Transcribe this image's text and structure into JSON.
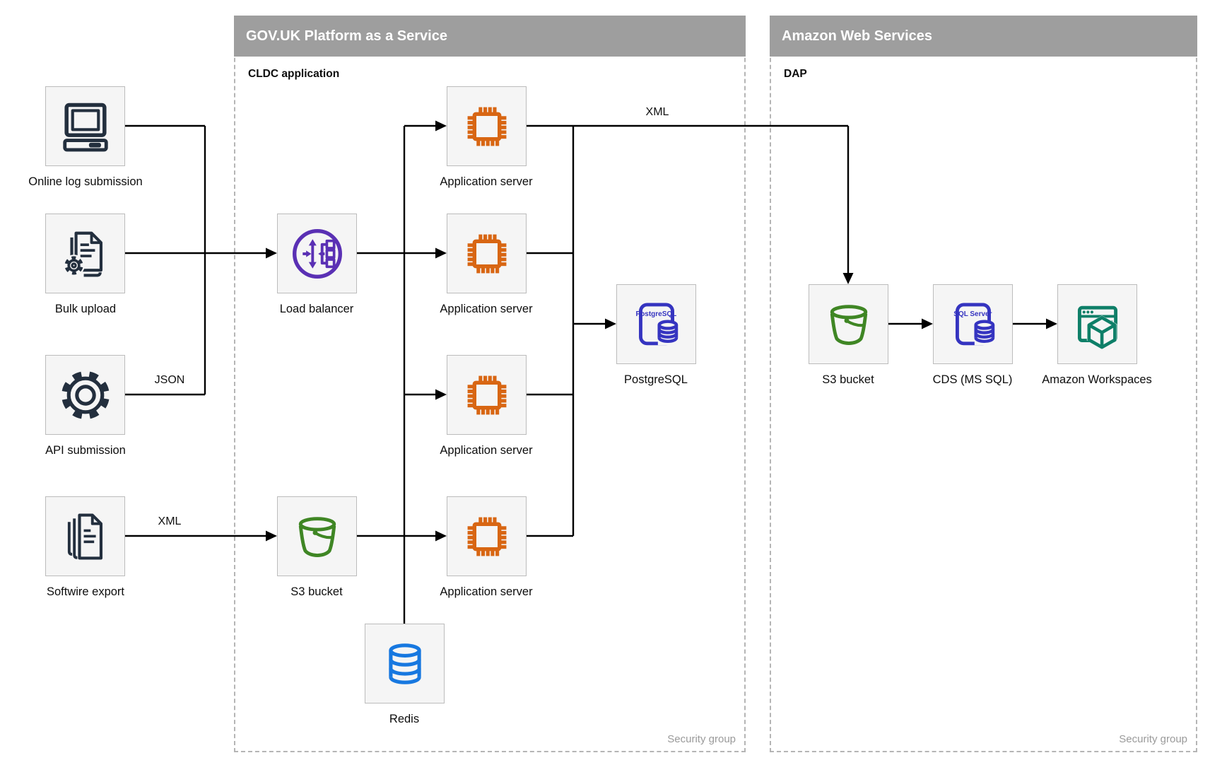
{
  "containers": {
    "paas": {
      "title": "GOV.UK Platform as a Service",
      "subtitle": "CLDC application",
      "footer": "Security group"
    },
    "aws": {
      "title": "Amazon Web Services",
      "subtitle": "DAP",
      "footer": "Security group"
    }
  },
  "nodes": {
    "online_log": {
      "label": "Online log submission",
      "icon": "desktop-computer-icon"
    },
    "bulk_upload": {
      "label": "Bulk upload",
      "icon": "document-gear-icon"
    },
    "api_submission": {
      "label": "API submission",
      "icon": "gear-icon"
    },
    "softwire_export": {
      "label": "Softwire export",
      "icon": "document-stack-icon"
    },
    "load_balancer": {
      "label": "Load balancer",
      "icon": "load-balancer-icon"
    },
    "app_server_1": {
      "label": "Application server",
      "icon": "chip-icon"
    },
    "app_server_2": {
      "label": "Application server",
      "icon": "chip-icon"
    },
    "app_server_3": {
      "label": "Application server",
      "icon": "chip-icon"
    },
    "app_server_4": {
      "label": "Application server",
      "icon": "chip-icon"
    },
    "s3_govuk": {
      "label": "S3 bucket",
      "icon": "s3-bucket-icon"
    },
    "redis": {
      "label": "Redis",
      "icon": "database-cylinder-icon"
    },
    "postgresql": {
      "label": "PostgreSQL",
      "icon": "postgresql-database-icon",
      "icon_text": "PostgreSQL"
    },
    "s3_aws": {
      "label": "S3 bucket",
      "icon": "s3-bucket-icon"
    },
    "cds": {
      "label": "CDS (MS SQL)",
      "icon": "sql-server-database-icon",
      "icon_text": "SQL Server"
    },
    "workspaces": {
      "label": "Amazon Workspaces",
      "icon": "workspaces-browser-cube-icon"
    }
  },
  "edge_labels": {
    "json": "JSON",
    "xml_softwire": "XML",
    "xml_top": "XML"
  },
  "colors": {
    "header_bg": "#9e9e9e",
    "container_border": "#b5b5b5",
    "node_fill": "#f5f5f5",
    "node_border": "#bcbcbc",
    "line": "#000000",
    "source_icons": "#232f3e",
    "chip": "#d86613",
    "load_balancer": "#5a30b4",
    "bucket": "#3f8624",
    "postgres_sql": "#3534c0",
    "redis": "#1778e0",
    "workspaces": "#0e7f68",
    "security_group_text": "#9a9a9a"
  }
}
